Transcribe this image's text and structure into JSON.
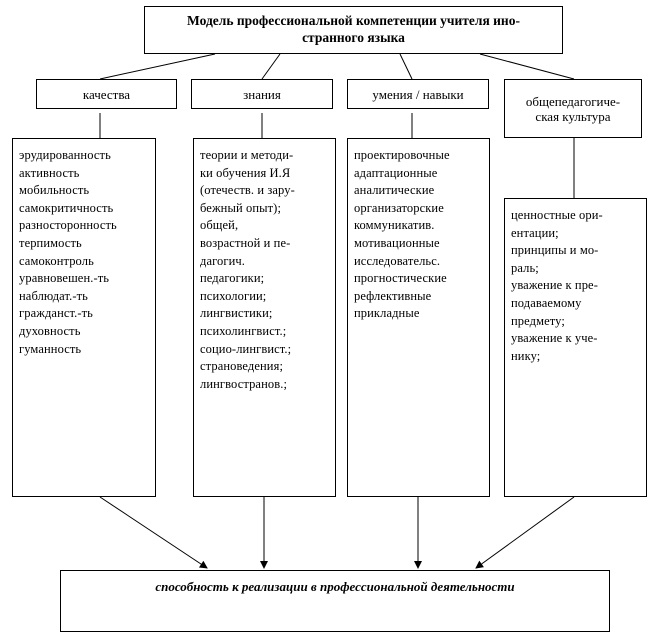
{
  "title": "Модель профессиональной компетенции учителя ино-\nстранного языка",
  "categories": [
    "качества",
    "знания",
    "умения / навыки",
    "общепедагогиче-\nская культура"
  ],
  "columns": [
    "эрудированность\nактивность\nмобильность\nсамокритичность\nразносторонность\nтерпимость\nсамоконтроль\nуравновешен.-ть\nнаблюдат.-ть\nгражданст.-ть\nдуховность\nгуманность",
    "теории и методи-\nки обучения И.Я\n(отечеств. и зару-\nбежный опыт);\nобщей,\nвозрастной и пе-\nдагогич.\nпедагогики;\nпсихологии;\nлингвистики;\nпсихолингвист.;\nсоцио-лингвист.;\nстрановедения;\nлингвостранов.;",
    "проектировочные\nадаптационные\nаналитические\nорганизаторские\nкоммуникатив.\nмотивационные\nисследовательс.\nпрогностические\nрефлективные\nприкладные",
    "ценностные ори-\nентации;\nпринципы и мо-\nраль;\nуважение к пре-\nподаваемому\nпредмету;\nуважение к уче-\nнику;"
  ],
  "result": "способность к реализации в профессиональной деятельности"
}
